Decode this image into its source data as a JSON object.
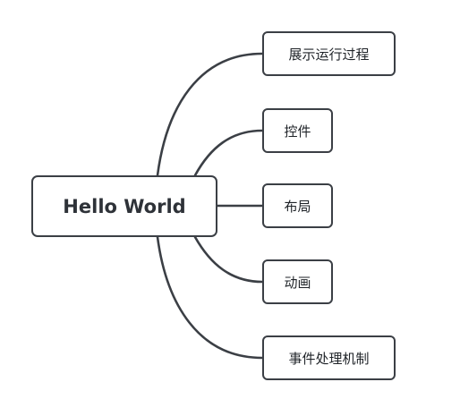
{
  "mindmap": {
    "root": {
      "label": "Hello World"
    },
    "branches": [
      {
        "label": "展示运行过程"
      },
      {
        "label": "控件"
      },
      {
        "label": "布局"
      },
      {
        "label": "动画"
      },
      {
        "label": "事件处理机制"
      }
    ],
    "colors": {
      "stroke": "#3b3f45",
      "text": "#2e3238",
      "background": "#ffffff"
    }
  }
}
